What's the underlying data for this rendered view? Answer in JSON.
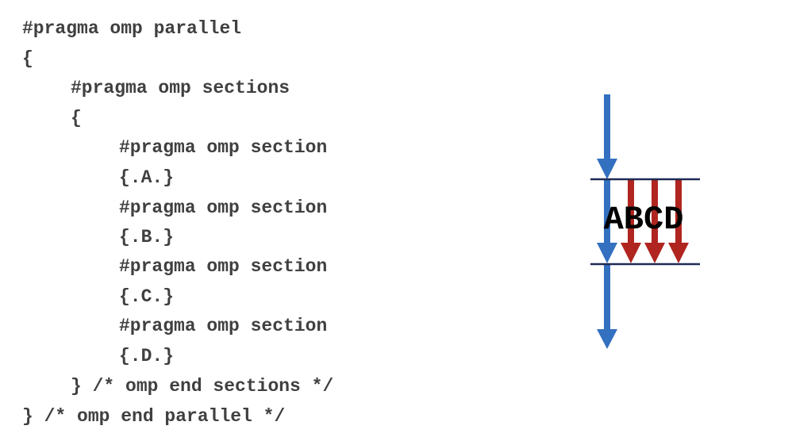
{
  "code": {
    "lines": [
      "#pragma omp parallel",
      "{",
      "#pragma omp sections",
      "{",
      "#pragma omp section",
      "{.A.}",
      "#pragma omp section",
      "{.B.}",
      "#pragma omp section",
      "{.C.}",
      "#pragma omp section",
      "{.D.}",
      "} /* omp end sections */",
      "} /* omp end parallel */"
    ]
  },
  "diagram": {
    "label": "ABCD",
    "colors": {
      "main_thread": "#3370C0",
      "section_threads": "#B02520",
      "barrier_lines": "#1F2A55",
      "label": "#000000"
    }
  }
}
